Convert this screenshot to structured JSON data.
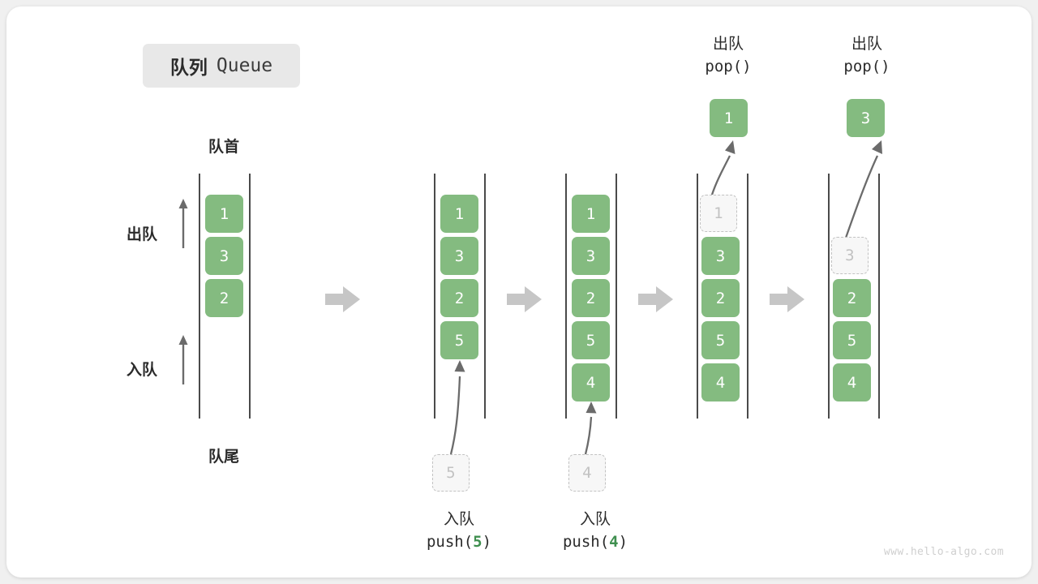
{
  "title": {
    "cn": "队列",
    "en": "Queue"
  },
  "labels": {
    "front": "队首",
    "rear": "队尾",
    "dequeue": "出队",
    "enqueue": "入队",
    "pop_call": "pop()"
  },
  "watermark": "www.hello-algo.com",
  "colors": {
    "cell_green": "#84bb80",
    "cell_text": "#ffffff",
    "ghost_fill": "#f7f7f7",
    "ghost_border": "#c2c2c2",
    "ghost_text": "#c2c2c2",
    "rail": "#4a4a4a",
    "arrow_gray": "#c6c6c6",
    "curve_arrow": "#6b6b6b",
    "badge_bg": "#e8e8e8",
    "code_num_green": "#3f8f4f",
    "text_dark": "#2b2b2b",
    "card_bg": "#ffffff",
    "page_bg": "#f0f0f0"
  },
  "steps": [
    {
      "id": "initial",
      "cells": [
        "1",
        "3",
        "2"
      ],
      "ghost_index": null,
      "side_labels": {
        "top": "队首",
        "bottom": "队尾"
      },
      "axis_labels": [
        "出队",
        "入队"
      ],
      "caption": null,
      "incoming": null,
      "popped": null
    },
    {
      "id": "push-5",
      "cells": [
        "1",
        "3",
        "2",
        "5"
      ],
      "ghost_index": null,
      "caption": {
        "cn": "入队",
        "code_prefix": "push(",
        "code_num": "5",
        "code_suffix": ")"
      },
      "incoming": "5",
      "popped": null
    },
    {
      "id": "push-4",
      "cells": [
        "1",
        "3",
        "2",
        "5",
        "4"
      ],
      "ghost_index": null,
      "caption": {
        "cn": "入队",
        "code_prefix": "push(",
        "code_num": "4",
        "code_suffix": ")"
      },
      "incoming": "4",
      "popped": null
    },
    {
      "id": "pop-1",
      "cells": [
        "1",
        "3",
        "2",
        "5",
        "4"
      ],
      "ghost_index": 0,
      "caption": null,
      "incoming": null,
      "popped": "1",
      "header": {
        "cn": "出队",
        "code": "pop()"
      }
    },
    {
      "id": "pop-3",
      "cells": [
        "3",
        "2",
        "5",
        "4"
      ],
      "ghost_index": 0,
      "caption": null,
      "incoming": null,
      "popped": "3",
      "header": {
        "cn": "出队",
        "code": "pop()"
      }
    }
  ]
}
